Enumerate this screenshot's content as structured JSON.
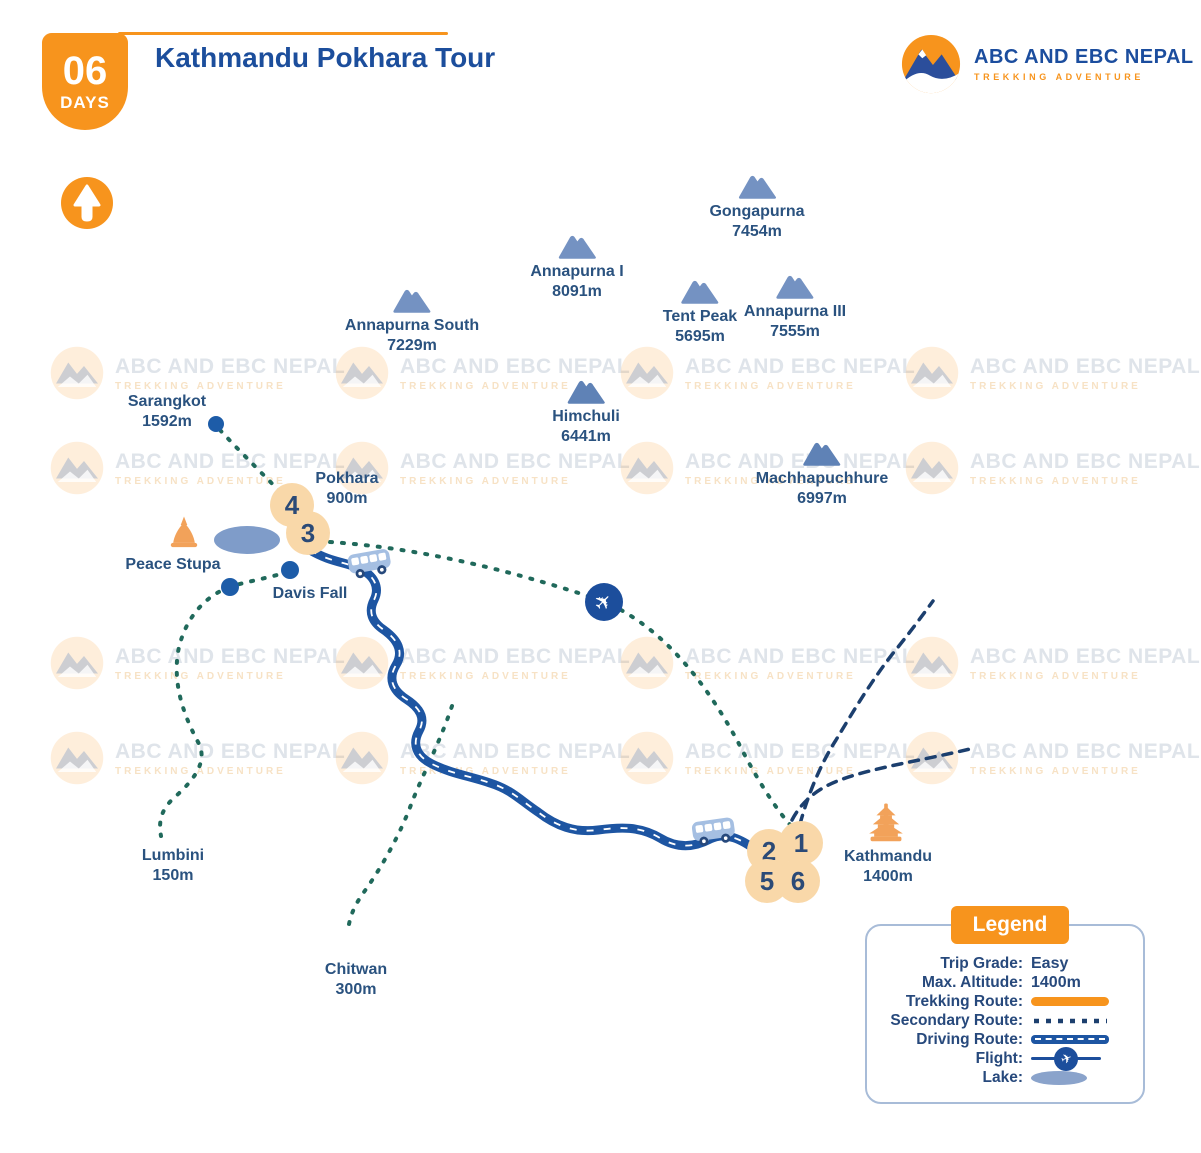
{
  "header": {
    "days_number": "06",
    "days_label": "DAYS",
    "title": "Kathmandu Pokhara Tour",
    "logo": {
      "line1": "ABC AND EBC NEPAL",
      "line2": "TREKKING ADVENTURE"
    }
  },
  "watermark": {
    "line1": "ABC AND EBC NEPAL",
    "line2": "TREKKING ADVENTURE"
  },
  "peaks": [
    {
      "name": "Gongapurna",
      "altitude": "7454m"
    },
    {
      "name": "Annapurna I",
      "altitude": "8091m"
    },
    {
      "name": "Annapurna South",
      "altitude": "7229m"
    },
    {
      "name": "Tent Peak",
      "altitude": "5695m"
    },
    {
      "name": "Annapurna III",
      "altitude": "7555m"
    },
    {
      "name": "Himchuli",
      "altitude": "6441m"
    },
    {
      "name": "Machhapuchhure",
      "altitude": "6997m"
    }
  ],
  "places": {
    "sarangkot": {
      "name": "Sarangkot",
      "altitude": "1592m"
    },
    "pokhara": {
      "name": "Pokhara",
      "altitude": "900m"
    },
    "peace_stupa": {
      "name": "Peace Stupa"
    },
    "davis_fall": {
      "name": "Davis Fall"
    },
    "kathmandu": {
      "name": "Kathmandu",
      "altitude": "1400m"
    },
    "lumbini": {
      "name": "Lumbini",
      "altitude": "150m"
    },
    "chitwan": {
      "name": "Chitwan",
      "altitude": "300m"
    }
  },
  "stops": [
    "1",
    "2",
    "3",
    "4",
    "5",
    "6"
  ],
  "legend": {
    "title": "Legend",
    "rows": [
      {
        "label": "Trip Grade:",
        "value": "Easy",
        "type": "text"
      },
      {
        "label": "Max. Altitude:",
        "value": "1400m",
        "type": "text"
      },
      {
        "label": "Trekking Route:",
        "type": "trekking"
      },
      {
        "label": "Secondary Route:",
        "type": "secondary"
      },
      {
        "label": "Driving Route:",
        "type": "driving"
      },
      {
        "label": "Flight:",
        "type": "flight"
      },
      {
        "label": "Lake:",
        "type": "lake"
      }
    ]
  },
  "colors": {
    "accent_orange": "#F7941D",
    "title_blue": "#1C4E9C",
    "label_navy": "#2A527F",
    "mountain_fill": "#7492C2",
    "lake_fill": "#7F9CC9",
    "road_blue": "#1D55A2",
    "secondary_navy": "#1C3F6E",
    "trail_teal": "#20695B",
    "stop_circle_fill": "#F9D8A9",
    "marker_blue": "#1D5CA8"
  }
}
